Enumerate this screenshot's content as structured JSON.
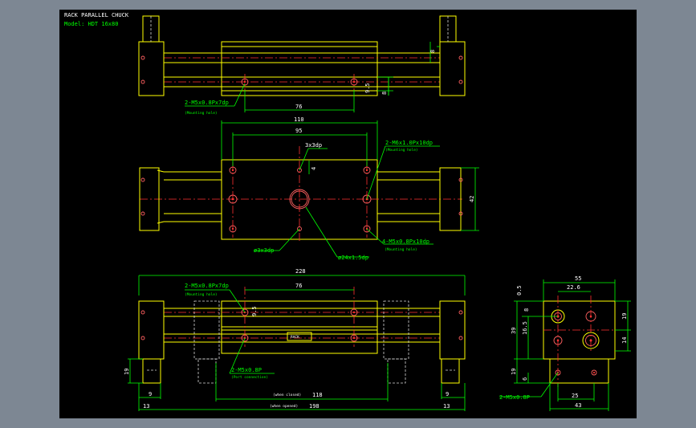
{
  "title": "RACK PARALLEL CHUCK",
  "model": "Model: HDT 16x80",
  "colors": {
    "page_bg": "#7d8793",
    "sheet_bg": "#000000",
    "outline": "#ffff00",
    "dimension": "#00ff00",
    "text": "#ffffff",
    "centerline": "#ff0000",
    "hidden": "#e0e0e0"
  },
  "top_view": {
    "callout": "2-M5x0.8Px7dp",
    "callout_sub": "(Mounting hole)",
    "dim_76": "76",
    "dim_9_5": "9.5",
    "dim_8": "8",
    "dim_8b": "8"
  },
  "mid_view": {
    "dim_110": "110",
    "dim_95": "95",
    "dim_3x3dp": "3x3dp",
    "dim_4": "4",
    "dim_42": "42",
    "callout_m6": "2-M6x1.0Px10dp",
    "callout_m6_sub": "(Mounting hole)",
    "callout_m5": "4-M5x0.8Px10dp",
    "callout_m5_sub": "(Mounting hole)",
    "dim_phi3": "ø3x3dp",
    "dim_phi24": "ø24x1.5dp"
  },
  "front_view": {
    "dim_228": "228",
    "callout": "2-M5x0.8Px7dp",
    "callout_sub": "(Mounting hole)",
    "dim_76": "76",
    "dim_9_5": "9.5",
    "label_plate": "RACK",
    "port": "2-M5x0.8P",
    "port_sub": "(Port connection)",
    "dim_19": "19",
    "dim_9_left": "9",
    "dim_9_right": "9",
    "dim_13_left": "13",
    "dim_13_right": "13",
    "closed_label": "(when closed)",
    "closed_value": "118",
    "opened_label": "(when opened)",
    "opened_value": "198"
  },
  "side_view": {
    "dim_55": "55",
    "dim_22_6": "22.6",
    "dim_0_5": "0.5",
    "dim_8_top": "8",
    "dim_39": "39",
    "dim_16_5": "16.5",
    "dim_19_left": "19",
    "dim_6": "6",
    "dim_19_right": "19",
    "dim_14": "14",
    "dim_25": "25",
    "dim_43": "43",
    "port": "2-M5x0.8P"
  }
}
